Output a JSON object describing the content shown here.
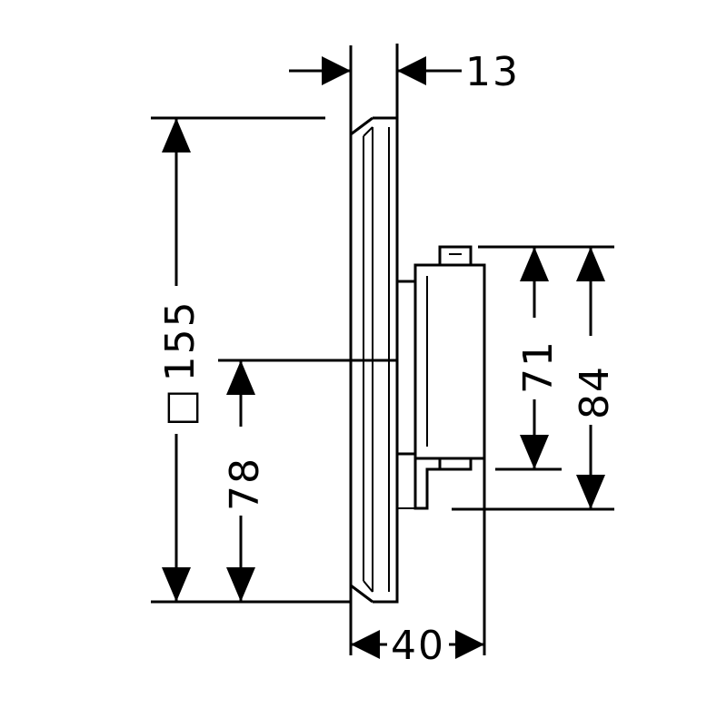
{
  "dimensions": {
    "depth_top": "13",
    "height_square": "155",
    "center_height": "78",
    "cartridge_height": "71",
    "housing_height": "84",
    "total_depth": "40"
  },
  "square_symbol": "□",
  "colors": {
    "line": "#000000",
    "background": "#ffffff"
  }
}
